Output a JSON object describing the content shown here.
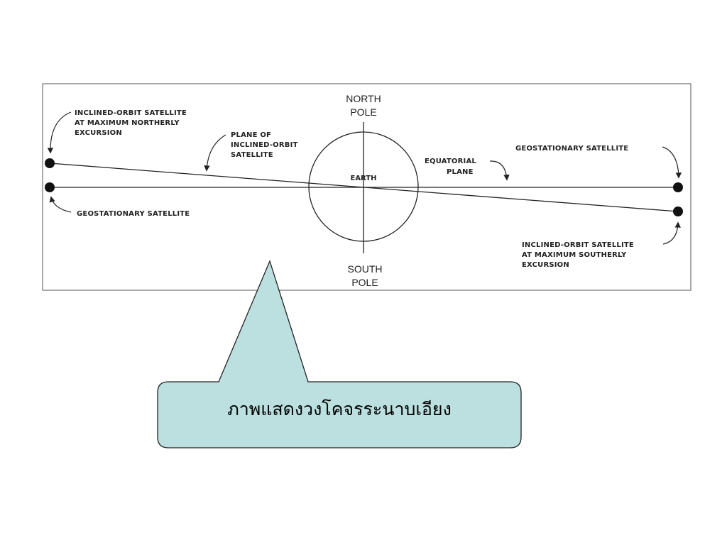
{
  "diagram": {
    "north_pole": [
      "NORTH",
      "POLE"
    ],
    "south_pole": [
      "SOUTH",
      "POLE"
    ],
    "earth": "EARTH",
    "inclined_north": [
      "INCLINED-ORBIT SATELLITE",
      "AT MAXIMUM NORTHERLY",
      "EXCURSION"
    ],
    "plane_of_inclined": [
      "PLANE OF",
      "INCLINED-ORBIT",
      "SATELLITE"
    ],
    "geo_left": "GEOSTATIONARY SATELLITE",
    "equatorial_plane": [
      "EQUATORIAL",
      "PLANE"
    ],
    "geo_right": "GEOSTATIONARY SATELLITE",
    "inclined_south": [
      "INCLINED-ORBIT SATELLITE",
      "AT MAXIMUM SOUTHERLY",
      "EXCURSION"
    ]
  },
  "callout": {
    "text": "ภาพแสดงวงโคจรระนาบเอียง"
  },
  "colors": {
    "callout_fill": "#bcdfe0",
    "line": "#222222",
    "frame": "#555555"
  }
}
